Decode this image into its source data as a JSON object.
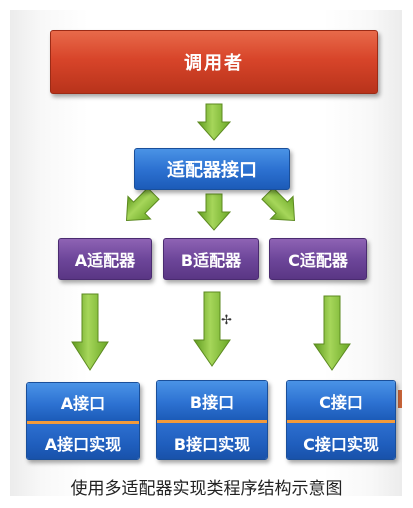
{
  "diagram": {
    "top": {
      "label": "调用者"
    },
    "interface": {
      "label": "适配器接口"
    },
    "adapters": [
      {
        "label": "A适配器"
      },
      {
        "label": "B适配器"
      },
      {
        "label": "C适配器"
      }
    ],
    "targets": [
      {
        "interface_label": "A接口",
        "impl_label": "A接口实现"
      },
      {
        "interface_label": "B接口",
        "impl_label": "B接口实现"
      },
      {
        "interface_label": "C接口",
        "impl_label": "C接口实现"
      }
    ],
    "caption": "使用多适配器实现类程序结构示意图"
  },
  "colors": {
    "caller": "#d8452a",
    "interface": "#2d72d2",
    "adapter": "#6d469a",
    "arrow": "#8cc63f",
    "divider": "#f39a3a"
  }
}
